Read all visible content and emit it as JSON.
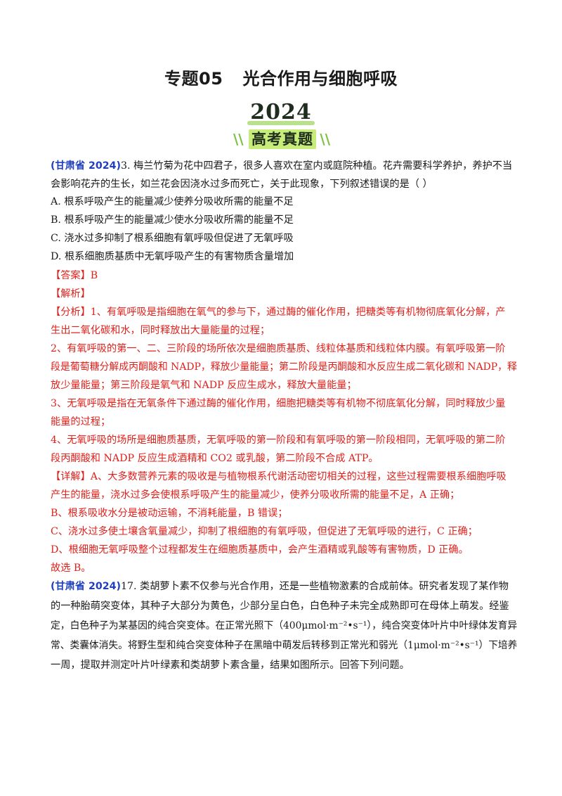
{
  "header": {
    "title_part1": "专题05",
    "title_part2": "光合作用与细胞呼吸",
    "year": "2024",
    "banner": "高考真题"
  },
  "q3": {
    "source": "(甘肃省 2024)",
    "stem_line1": "3. 梅兰竹菊为花中四君子，很多人喜欢在室内或庭院种植。花卉需要科学养护，养护不当",
    "stem_line2": "会影响花卉的生长，如兰花会因浇水过多而死亡，关于此现象，下列叙述错误的是（      ）",
    "options": [
      "A. 根系呼吸产生的能量减少使养分吸收所需的能量不足",
      "B. 根系呼吸产生的能量减少使水分吸收所需的能量不足",
      "C. 浇水过多抑制了根系细胞有氧呼吸但促进了无氧呼吸",
      "D. 根系细胞质基质中无氧呼吸产生的有害物质含量增加"
    ],
    "answer": "【答案】B",
    "analysis_head": "【解析】",
    "analysis_lines": [
      "【分析】1、有氧呼吸是指细胞在氧气的参与下，通过酶的催化作用，把糖类等有机物彻底氧化分解，产",
      "生出二氧化碳和水，同时释放出大量能量的过程；",
      "2、有氧呼吸的第一、二、三阶段的场所依次是细胞质基质、线粒体基质和线粒体内膜。有氧呼吸第一阶",
      "段是葡萄糖分解成丙酮酸和 NADP，释放少量能量；第二阶段是丙酮酸和水反应生成二氧化碳和 NADP，释",
      "放少量能量；第三阶段是氧气和 NADP 反应生成水，释放大量能量；",
      "3、无氧呼吸是指在无氧条件下通过酶的催化作用，细胞把糖类等有机物不彻底氧化分解，同时释放少量",
      "能量的过程；",
      "4、无氧呼吸的场所是细胞质基质，无氧呼吸的第一阶段和有氧呼吸的第一阶段相同，无氧呼吸的第二阶",
      "段丙酮酸和 NADP 反应生成酒精和 CO2 或乳酸，第二阶段不合成 ATP。",
      "【详解】A、大多数营养元素的吸收是与植物根系代谢活动密切相关的过程，这些过程需要根系细胞呼吸",
      "产生的能量，浇水过多会使根系呼吸产生的能量减少，使养分吸收所需的能量不足，A 正确；",
      "B、根系吸收水分是被动运输，不消耗能量，B 错误；",
      "C、浇水过多使土壤含氧量减少，抑制了根细胞的有氧呼吸，但促进了无氧呼吸的进行，C 正确；",
      "D、根细胞无氧呼吸整个过程都发生在细胞质基质中，会产生酒精或乳酸等有害物质，D 正确。"
    ],
    "conclusion": "故选 B。"
  },
  "q17": {
    "source": "(甘肃省 2024)",
    "lines": [
      "17. 类胡萝卜素不仅参与光合作用，还是一些植物激素的合成前体。研究者发现了某作物",
      "的一种胎萌突变体，其种子大部分为黄色，少部分呈白色，白色种子未完全成熟即可在母体上萌发。经鉴",
      "定，白色种子为某基因的纯合突变体。在正常光照下（400μmol·m⁻²•s⁻¹），纯合突变体叶片中叶绿体发育异",
      "常、类囊体消失。将野生型和纯合突变体种子在黑暗中萌发后转移到正常光和弱光（1μmol·m⁻²•s⁻¹）下培养",
      "一周，提取并测定叶片叶绿素和类胡萝卜素含量，结果如图所示。回答下列问题。"
    ]
  }
}
